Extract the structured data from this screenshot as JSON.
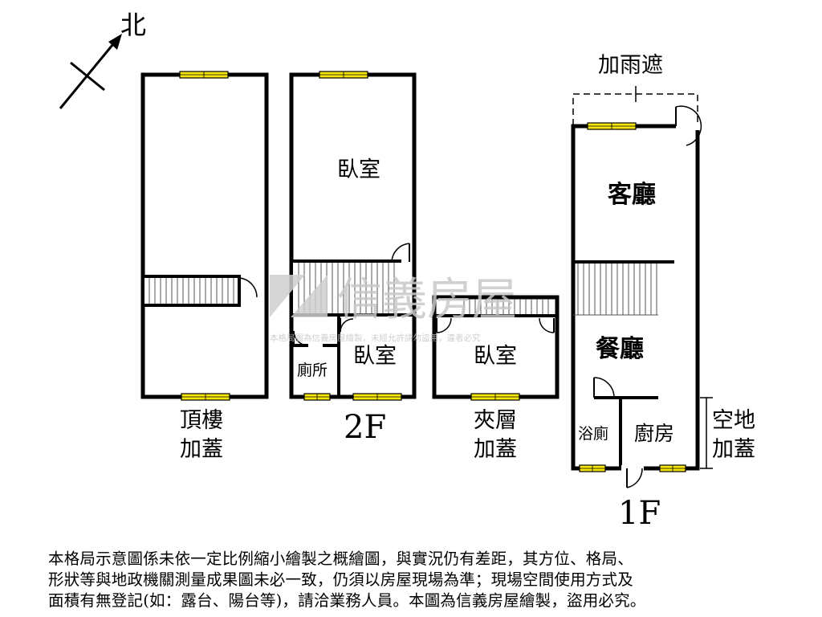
{
  "compass": {
    "north_label": "北"
  },
  "floors": {
    "rooftop": {
      "label_line1": "頂樓",
      "label_line2": "加蓋"
    },
    "second": {
      "label": "2F",
      "bedroom_main": "臥室",
      "bedroom_small": "臥室",
      "toilet": "廁所"
    },
    "mezzanine": {
      "label_line1": "夾層",
      "label_line2": "加蓋",
      "bedroom": "臥室"
    },
    "first": {
      "label": "1F",
      "canopy": "加雨遮",
      "living_room": "客廳",
      "dining_room": "餐廳",
      "bathroom": "浴廁",
      "kitchen": "廚房",
      "side_yard_line1": "空地",
      "side_yard_line2": "加蓋"
    }
  },
  "watermark": {
    "brand": "信義房屋",
    "notice": "本格局圖為信義房屋繪製，未經允許請勿盜用，違者必究"
  },
  "disclaimer": {
    "line1": "本格局示意圖係未依一定比例縮小繪製之概繪圖，與實況仍有差距，其方位、格局、",
    "line2": "形狀等與地政機關測量成果圖未必一致，仍須以房屋現場為準；現場空間使用方式及",
    "line3": "面積有無登記(如：露台、陽台等)，請洽業務人員。本圖為信義房屋繪製，盜用必究。"
  },
  "colors": {
    "wall": "#000000",
    "window": "#f5e60f",
    "stair_line": "#555555",
    "watermark": "#c8c8c8"
  }
}
